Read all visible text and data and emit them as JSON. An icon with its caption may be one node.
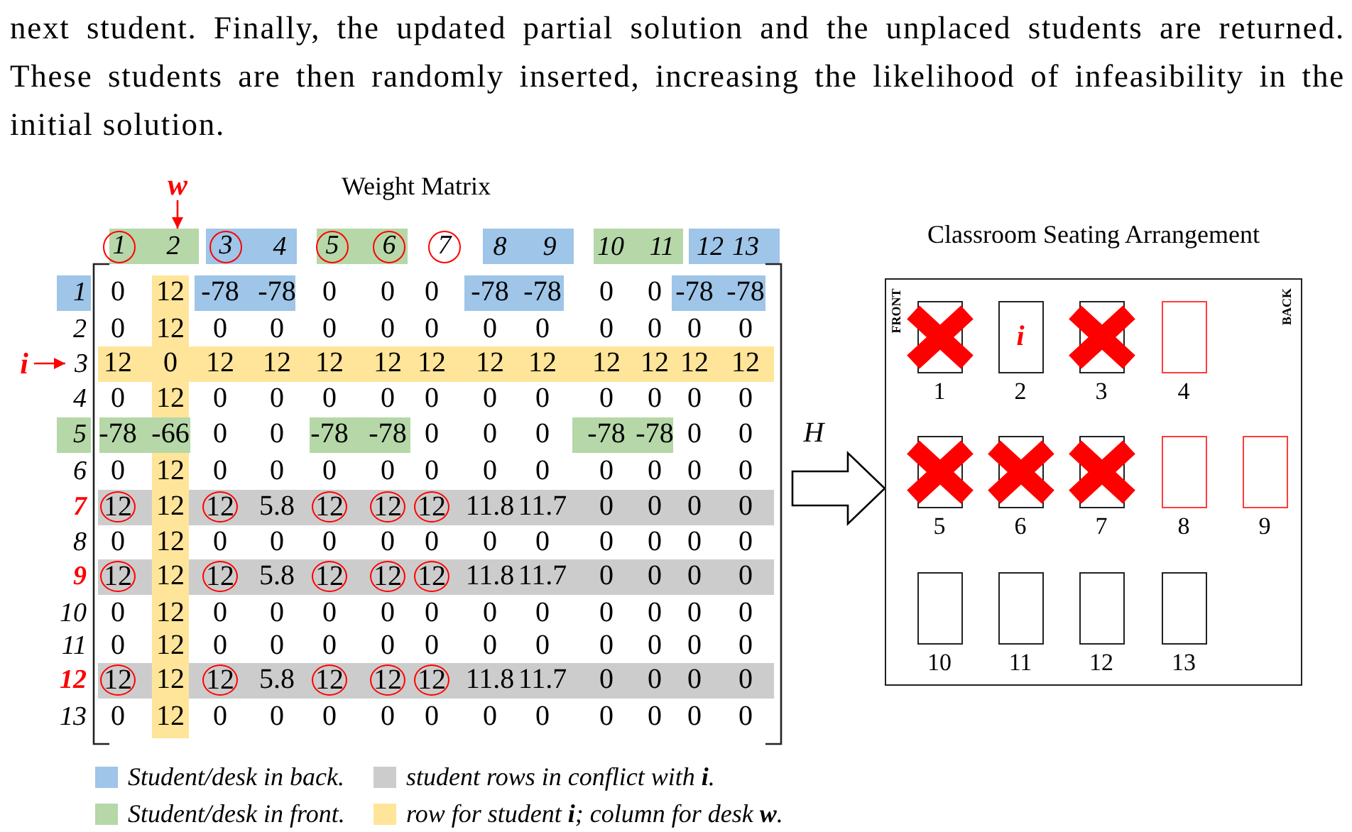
{
  "diagram": {
    "nodes": [
      {
        "text": [
          "Weight Matrix"
        ]
      },
      {
        "text": [
          "w"
        ],
        "in": 0
      },
      {
        "text": [
          "2"
        ],
        "in": 0
      },
      {
        "text": [
          "i"
        ]
      },
      {
        "text": [
          "3"
        ],
        "in": 0
      },
      {
        "text": [
          "Classroom Seating Arrangement"
        ]
      },
      {
        "text": [],
        "shape": "box",
        "beside": [
          "1"
        ],
        "in": 5
      },
      {
        "text": [
          "i"
        ],
        "beside": [
          "2"
        ],
        "in": 5
      },
      {
        "text": [],
        "shape": "box",
        "beside": [
          "3"
        ],
        "in": 5
      },
      {
        "text": [],
        "shape": "box",
        "beside": [
          "4"
        ],
        "in": 5
      },
      {
        "text": [],
        "shape": "box",
        "beside": [
          "5"
        ],
        "in": 5
      },
      {
        "text": [],
        "shape": "box",
        "beside": [
          "6"
        ],
        "in": 5
      },
      {
        "text": [],
        "shape": "box",
        "beside": [
          "7"
        ],
        "in": 5
      },
      {
        "text": [],
        "shape": "box",
        "beside": [
          "8"
        ],
        "in": 5
      },
      {
        "text": [],
        "shape": "box",
        "beside": [
          "9"
        ],
        "in": 5
      },
      {
        "text": [],
        "shape": "box",
        "beside": [
          "10"
        ],
        "in": 5
      },
      {
        "text": [],
        "shape": "box",
        "beside": [
          "11"
        ],
        "in": 5
      },
      {
        "text": [],
        "shape": "box",
        "beside": [
          "12"
        ],
        "in": 5
      },
      {
        "text": [],
        "shape": "box",
        "beside": [
          "13"
        ],
        "in": 5
      }
    ],
    "edges": [
      {
        "from": 1,
        "to": 2,
        "arrow": "to",
        "color": "#ff0000"
      },
      {
        "from": 3,
        "to": 4,
        "arrow": "to",
        "color": "#ff0000"
      },
      {
        "from": 0,
        "to": 5,
        "arrow": "to",
        "label": "H",
        "style": "thick"
      }
    ],
    "labels": [
      "next student. Finally, the updated partial solution and the unplaced students are returned. These students are then randomly inserted, increasing the likelihood of infeasibility in the initial solution.",
      "1",
      "3",
      "4",
      "5",
      "6",
      "7",
      "8",
      "9",
      "10",
      "11",
      "12",
      "13",
      "1",
      "0",
      "12",
      "-78",
      "-78",
      "0",
      "0",
      "0",
      "-78",
      "-78",
      "0",
      "0",
      "-78",
      "-78",
      "2",
      "0",
      "12",
      "0",
      "0",
      "0",
      "0",
      "0",
      "0",
      "0",
      "0",
      "0",
      "0",
      "0",
      "12",
      "0",
      "12",
      "12",
      "12",
      "12",
      "12",
      "12",
      "12",
      "12",
      "12",
      "12",
      "12",
      "4",
      "0",
      "12",
      "0",
      "0",
      "0",
      "0",
      "0",
      "0",
      "0",
      "0",
      "0",
      "0",
      "0",
      "5",
      "-78",
      "-66",
      "0",
      "0",
      "-78",
      "-78",
      "0",
      "0",
      "0",
      "-78",
      "-78",
      "0",
      "0",
      "6",
      "0",
      "12",
      "0",
      "0",
      "0",
      "0",
      "0",
      "0",
      "0",
      "0",
      "0",
      "0",
      "0",
      "7",
      "12",
      "12",
      "12",
      "5.8",
      "12",
      "12",
      "12",
      "11.8",
      "11.7",
      "0",
      "0",
      "0",
      "0",
      "8",
      "0",
      "12",
      "0",
      "0",
      "0",
      "0",
      "0",
      "0",
      "0",
      "0",
      "0",
      "0",
      "0",
      "9",
      "12",
      "12",
      "12",
      "5.8",
      "12",
      "12",
      "12",
      "11.8",
      "11.7",
      "0",
      "0",
      "0",
      "0",
      "10",
      "0",
      "12",
      "0",
      "0",
      "0",
      "0",
      "0",
      "0",
      "0",
      "0",
      "0",
      "0",
      "0",
      "11",
      "0",
      "12",
      "0",
      "0",
      "0",
      "0",
      "0",
      "0",
      "0",
      "0",
      "0",
      "0",
      "0",
      "12",
      "12",
      "12",
      "12",
      "5.8",
      "12",
      "12",
      "12",
      "11.8",
      "11.7",
      "0",
      "0",
      "0",
      "0",
      "13",
      "0",
      "12",
      "0",
      "0",
      "0",
      "0",
      "0",
      "0",
      "0",
      "0",
      "0",
      "0",
      "0",
      "FRONT",
      "BACK"
    ],
    "legend": [
      {
        "text": "Student/desk in back.",
        "color": "#9fc5e8"
      },
      {
        "text": "student rows in conflict with **i**.",
        "color": "#cccccc"
      },
      {
        "text": "Student/desk in front.",
        "color": "#b6d7a8"
      },
      {
        "text": "row for student **i**; column for desk **w**.",
        "color": "#ffe599"
      }
    ]
  }
}
